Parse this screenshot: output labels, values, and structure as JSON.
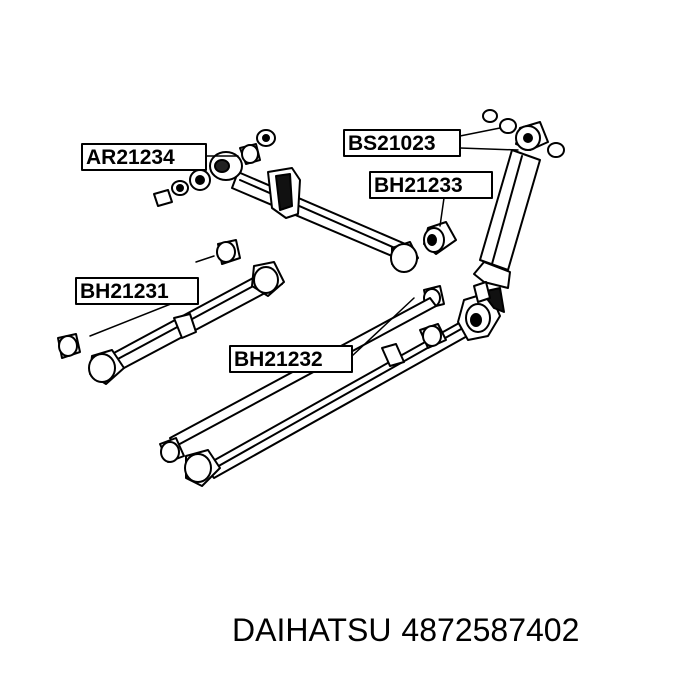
{
  "callouts": {
    "ar21234": "AR21234",
    "bs21023": "BS21023",
    "bh21233": "BH21233",
    "bh21231": "BH21231",
    "bh21232": "BH21232"
  },
  "footer": {
    "brand": "DAIHATSU",
    "part_number": "4872587402"
  }
}
